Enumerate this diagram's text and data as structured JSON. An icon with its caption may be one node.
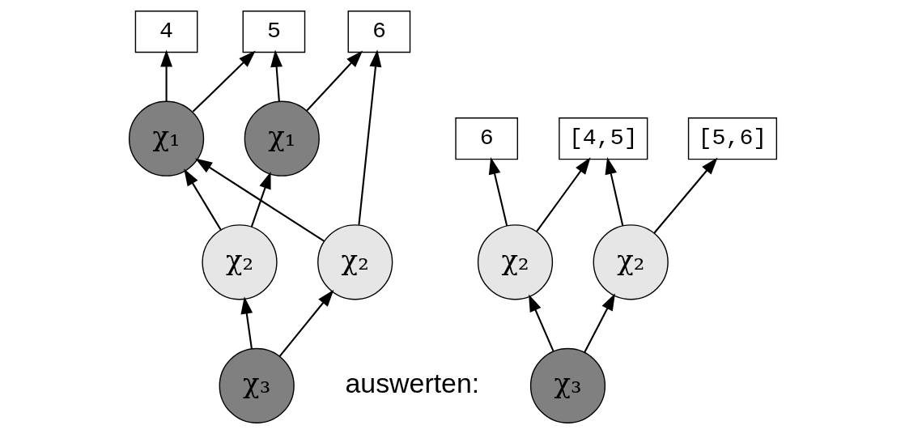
{
  "diagram": {
    "nodes": [
      {
        "text": [
          "4"
        ]
      },
      {
        "text": [
          "5"
        ]
      },
      {
        "text": [
          "6"
        ]
      },
      {
        "text": [
          "χ₁"
        ]
      },
      {
        "text": [
          "χ₁"
        ]
      },
      {
        "text": [
          "χ₂"
        ]
      },
      {
        "text": [
          "χ₂"
        ]
      },
      {
        "text": [
          "χ₃"
        ]
      },
      {
        "text": [
          "[4,5]"
        ]
      },
      {
        "text": [
          "[5,6]"
        ]
      },
      {
        "text": [
          "6"
        ]
      },
      {
        "text": [
          "χ₂"
        ]
      },
      {
        "text": [
          "χ₂"
        ]
      },
      {
        "text": [
          "χ₃"
        ]
      }
    ],
    "edges": [
      {
        "from": 3,
        "to": 0,
        "arrow": "to"
      },
      {
        "from": 3,
        "to": 1,
        "arrow": "to"
      },
      {
        "from": 4,
        "to": 1,
        "arrow": "to"
      },
      {
        "from": 4,
        "to": 2,
        "arrow": "to"
      },
      {
        "from": 5,
        "to": 3,
        "arrow": "to"
      },
      {
        "from": 5,
        "to": 4,
        "arrow": "to"
      },
      {
        "from": 6,
        "to": 3,
        "arrow": "to"
      },
      {
        "from": 6,
        "to": 2,
        "arrow": "to"
      },
      {
        "from": 7,
        "to": 5,
        "arrow": "to"
      },
      {
        "from": 7,
        "to": 6,
        "arrow": "to"
      },
      {
        "from": 11,
        "to": 8,
        "arrow": "to"
      },
      {
        "from": 11,
        "to": 9,
        "arrow": "to"
      },
      {
        "from": 12,
        "to": 8,
        "arrow": "to"
      },
      {
        "from": 12,
        "to": 10,
        "arrow": "to"
      },
      {
        "from": 13,
        "to": 11,
        "arrow": "to"
      },
      {
        "from": 13,
        "to": 12,
        "arrow": "to"
      }
    ],
    "labels": [
      "auswerten:"
    ]
  }
}
